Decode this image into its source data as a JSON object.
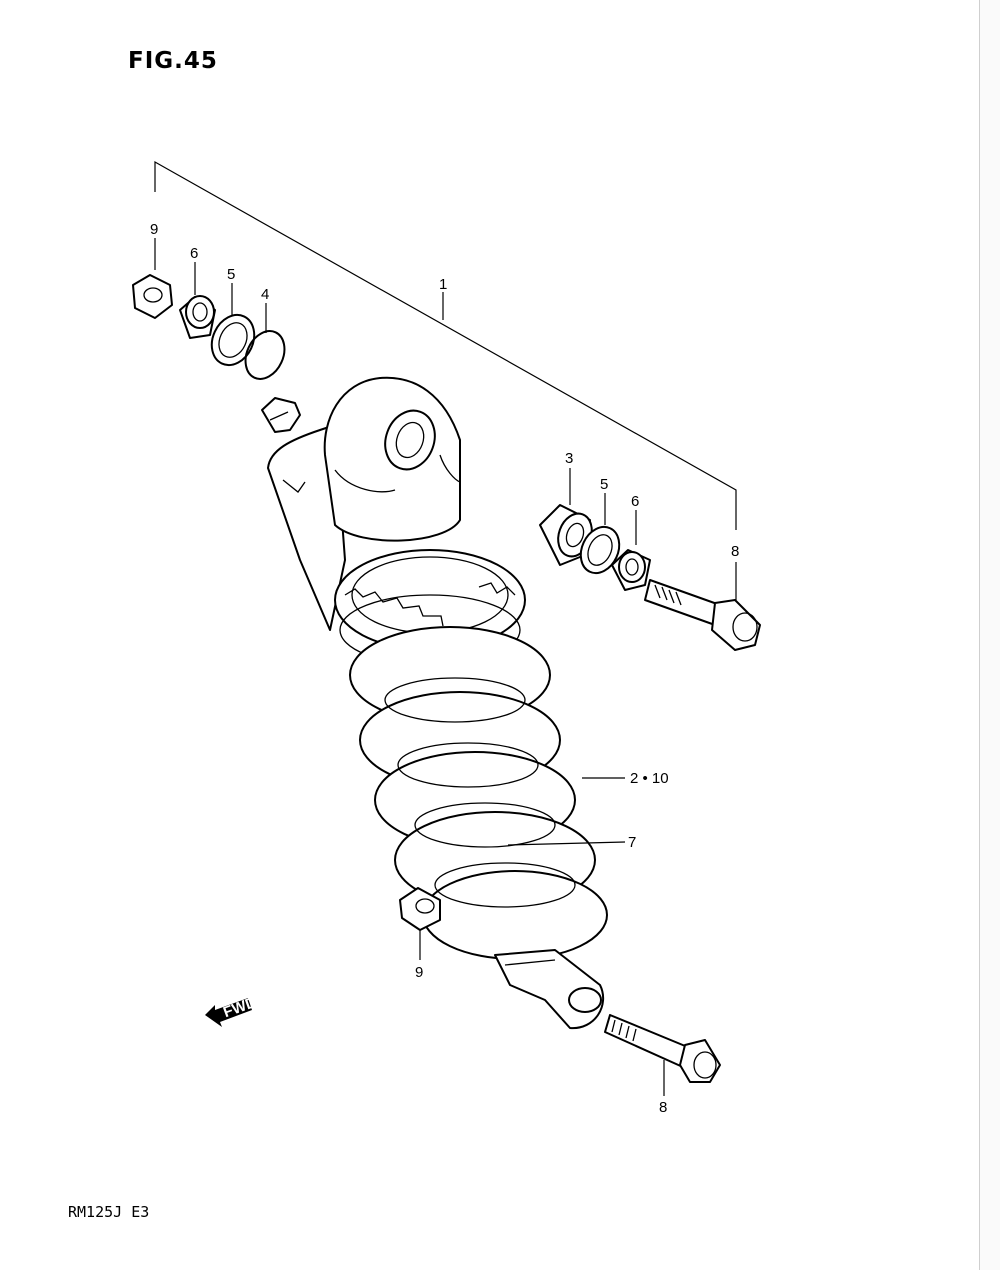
{
  "figure": {
    "title": "FIG.45"
  },
  "footer": {
    "model": "RM125J E3"
  },
  "callouts": {
    "c1": "1",
    "c2_10": "2 • 10",
    "c3": "3",
    "c4": "4",
    "c5_left": "5",
    "c5_right": "5",
    "c6_left": "6",
    "c6_right": "6",
    "c7": "7",
    "c8_upper": "8",
    "c8_lower": "8",
    "c9_upper": "9",
    "c9_lower": "9"
  },
  "fwd_marker": {
    "text": "FWD"
  }
}
